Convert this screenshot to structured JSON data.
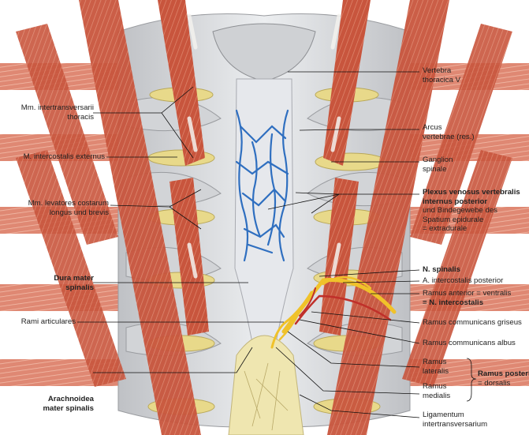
{
  "labels_left": {
    "intertransversarii": [
      "Mm. intertransversarii",
      "thoracis"
    ],
    "intercostalis_externus": "M. intercostalis externus",
    "levatores": [
      "Mm. levatores costarum",
      "longus und brevis"
    ],
    "dura": [
      "Dura mater",
      "spinalis"
    ],
    "rami_articulares": "Rami articulares",
    "arachnoidea": [
      "Arachnoidea",
      "mater spinalis"
    ]
  },
  "labels_right": {
    "vertebra": [
      "Vertebra",
      "thoracica V"
    ],
    "arcus": [
      "Arcus",
      "vertebrae (res.)"
    ],
    "ganglion": [
      "Ganglion",
      "spinale"
    ],
    "plexus_bold": [
      "Plexus venosus vertebralis",
      "internus posterior"
    ],
    "plexus_rest": [
      "und Bindegewebe des",
      "Spatium epidurale",
      "= extradurale"
    ],
    "n_spinalis": "N. spinalis",
    "a_intercostalis": "A. intercostalis posterior",
    "ramus_anterior": "Ramus anterior = ventralis",
    "n_intercostalis": "= N. intercostalis",
    "griseus": "Ramus communicans griseus",
    "albus": "Ramus communicans albus",
    "lateralis": [
      "Ramus",
      "lateralis"
    ],
    "medialis": [
      "Ramus",
      "medialis"
    ],
    "ramus_posterior": [
      "Ramus posterior",
      "= dorsalis"
    ],
    "ligamentum": [
      "Ligamentum",
      "intertransversarium"
    ]
  },
  "colors": {
    "muscle": "#c8553d",
    "muscle_light": "#e59a82",
    "bone": "#d9dadc",
    "disc": "#e8d98a",
    "vein": "#2f6fc0",
    "nerve": "#f0c22a",
    "artery": "#c0302a",
    "dura": "#e4e6ea"
  }
}
